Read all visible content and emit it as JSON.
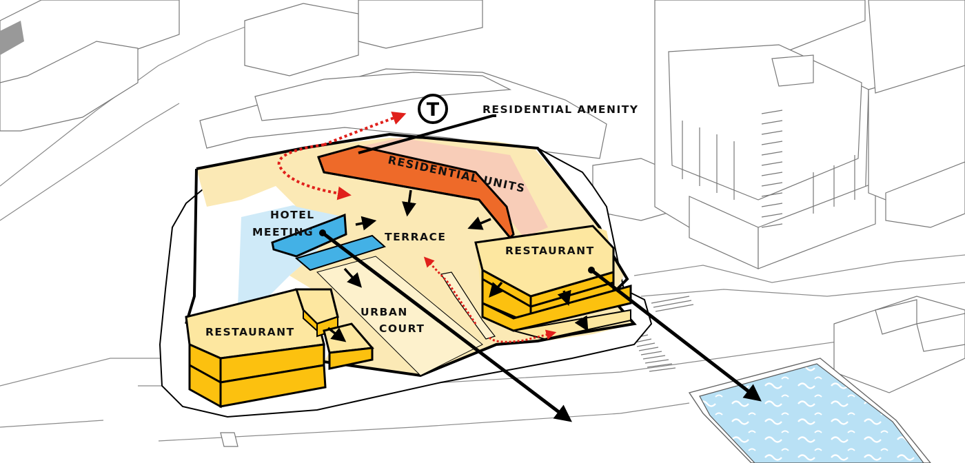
{
  "labels": {
    "residential_amenity": "RESIDENTIAL AMENITY",
    "residential_units": "RESIDENTIAL UNITS",
    "hotel": "HOTEL",
    "meeting": "MEETING",
    "terrace": "TERRACE",
    "restaurant_east": "RESTAURANT",
    "restaurant_west": "RESTAURANT",
    "urban": "URBAN",
    "court": "COURT",
    "transit_symbol": "T"
  },
  "colors": {
    "terrace": "#fbe9b5",
    "restaurant_top": "#fde7a0",
    "restaurant_side": "#fcc10f",
    "residential": "#ee6a29",
    "residential_amenity": "#f8cdb8",
    "hotel_meeting": "#43b1e6",
    "hotel_zone": "#cfeaf8",
    "water": "#b9e1f5",
    "red_path": "#e0201b",
    "outline": "#000000"
  },
  "icons": [
    "transit-t-icon",
    "flow-arrow-icon",
    "view-arrow-icon",
    "water-wave-icon"
  ]
}
